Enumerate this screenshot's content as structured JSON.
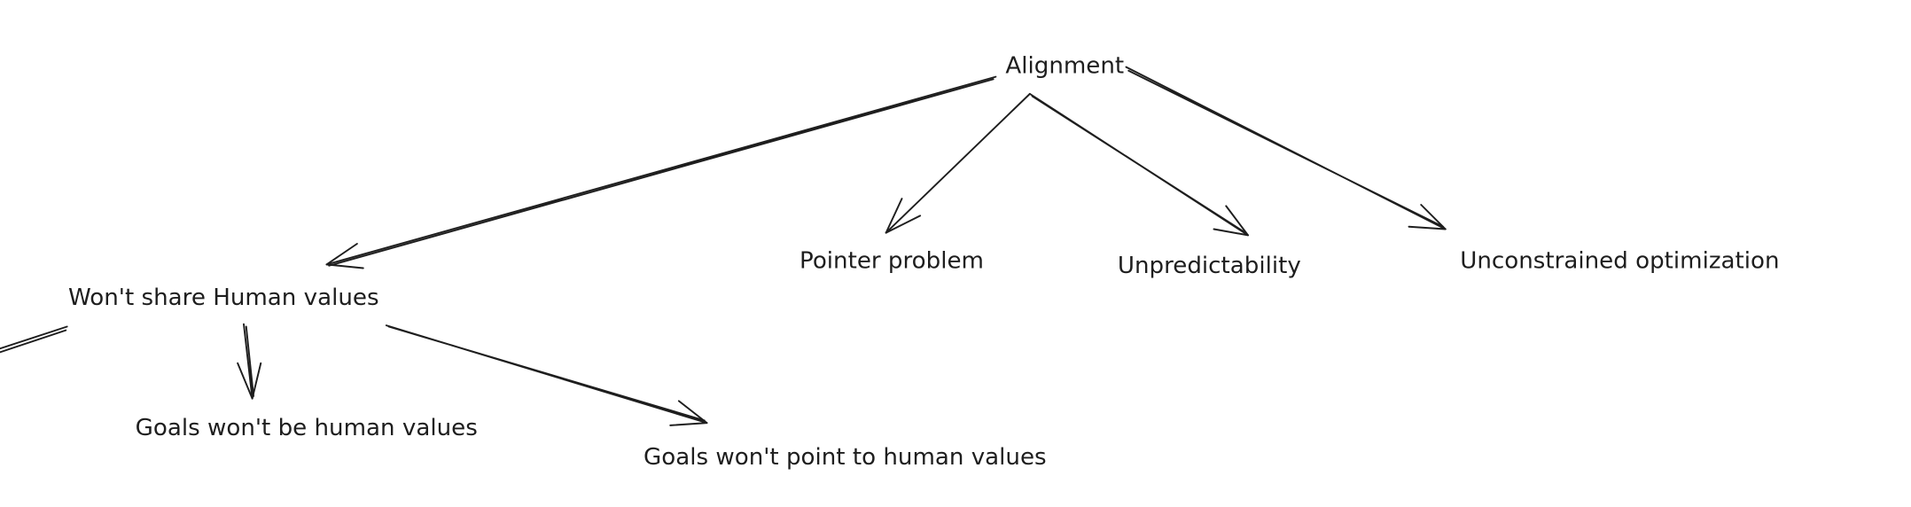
{
  "diagram": {
    "title": "Alignment",
    "nodes": {
      "root": "Alignment",
      "wont_share": "Won't share Human values",
      "pointer": "Pointer problem",
      "unpredictability": "Unpredictability",
      "unconstrained": "Unconstrained optimization",
      "goals_wont_be": "Goals won't be human values",
      "goals_wont_point": "Goals won't point to human values"
    },
    "edges": [
      {
        "from": "Alignment",
        "to": "Won't share Human values"
      },
      {
        "from": "Alignment",
        "to": "Pointer problem"
      },
      {
        "from": "Alignment",
        "to": "Unpredictability"
      },
      {
        "from": "Alignment",
        "to": "Unconstrained optimization"
      },
      {
        "from": "Won't share Human values",
        "to": "Goals won't be human values"
      },
      {
        "from": "Won't share Human values",
        "to": "Goals won't point to human values"
      }
    ],
    "stroke_color": "#1e1e1e"
  }
}
